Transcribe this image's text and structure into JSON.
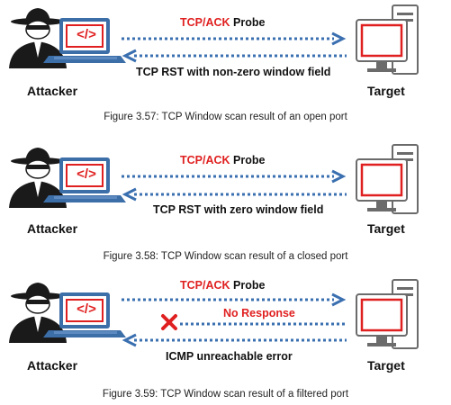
{
  "scenarios": [
    {
      "probe": {
        "highlight": "TCP/ACK",
        "rest": " Probe"
      },
      "response": "TCP RST with non-zero window field",
      "attacker_label": "Attacker",
      "target_label": "Target",
      "caption": "Figure 3.57: TCP Window scan result of an open port"
    },
    {
      "probe": {
        "highlight": "TCP/ACK",
        "rest": " Probe"
      },
      "response": "TCP RST with zero window field",
      "attacker_label": "Attacker",
      "target_label": "Target",
      "caption": "Figure 3.58: TCP Window scan result of a closed port"
    },
    {
      "probe": {
        "highlight": "TCP/ACK",
        "rest": " Probe"
      },
      "no_response": "No Response",
      "response": "ICMP unreachable error",
      "attacker_label": "Attacker",
      "target_label": "Target",
      "caption": "Figure 3.59: TCP Window scan result of a filtered port"
    }
  ],
  "colors": {
    "red": "#e02020",
    "blue_arrow": "#3a6fb0",
    "dark": "#1a1a1a",
    "laptop_blue": "#3c6ea8"
  },
  "code_glyph": "</>"
}
